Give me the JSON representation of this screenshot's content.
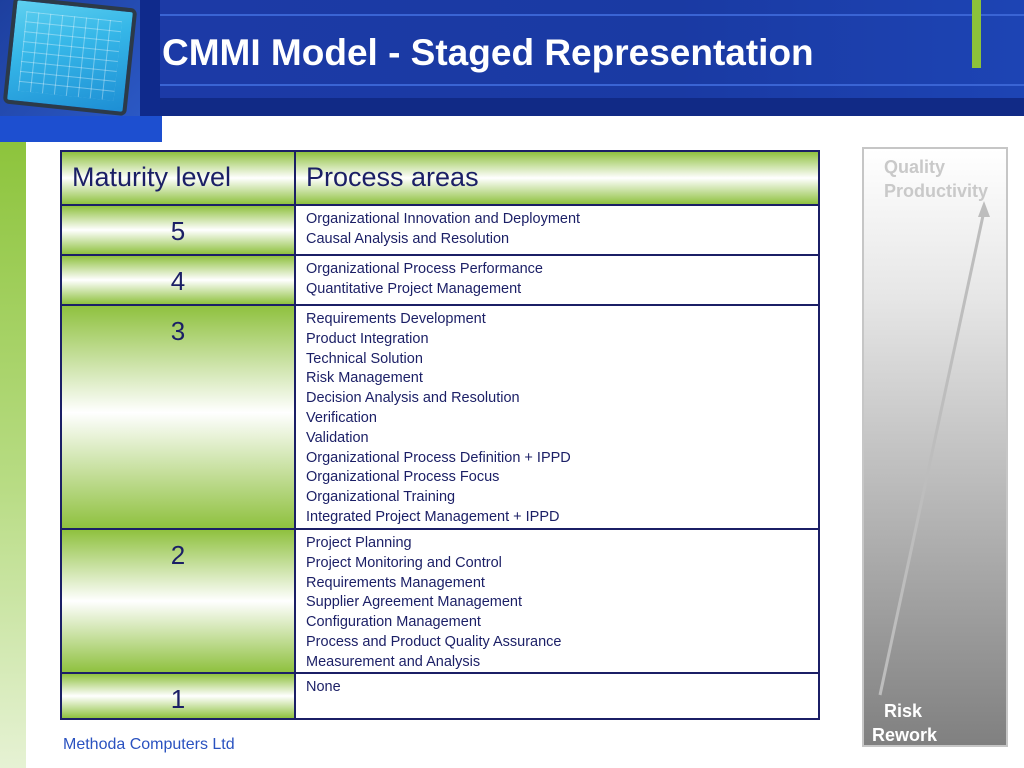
{
  "slide": {
    "title": "CMMI Model - Staged Representation",
    "footer": "Methoda Computers Ltd"
  },
  "table": {
    "headers": {
      "level": "Maturity level",
      "areas": "Process areas"
    },
    "rows": [
      {
        "level": "5",
        "areas": [
          "Organizational Innovation and Deployment",
          "Causal Analysis and Resolution"
        ]
      },
      {
        "level": "4",
        "areas": [
          "Organizational Process Performance",
          "Quantitative Project Management"
        ]
      },
      {
        "level": "3",
        "areas": [
          "Requirements Development",
          "Product Integration",
          "Technical Solution",
          "Risk Management",
          "Decision Analysis and Resolution",
          "Verification",
          "Validation",
          "Organizational Process Definition + IPPD",
          "Organizational Process Focus",
          "Organizational Training",
          "Integrated Project Management + IPPD"
        ]
      },
      {
        "level": "2",
        "areas": [
          "Project Planning",
          "Project Monitoring and Control",
          "Requirements Management",
          "Supplier Agreement Management",
          "Configuration Management",
          "Process and Product Quality Assurance",
          "Measurement and Analysis"
        ]
      },
      {
        "level": "1",
        "areas": [
          "None"
        ]
      }
    ]
  },
  "gauge": {
    "top_lines": [
      "Quality",
      "Productivity"
    ],
    "bottom_lines": [
      "Risk",
      "Rework"
    ]
  },
  "colors": {
    "header_blue": "#17349a",
    "accent_green": "#8fc13f",
    "table_text": "#1b1f66",
    "footer_text": "#2a52c0"
  }
}
